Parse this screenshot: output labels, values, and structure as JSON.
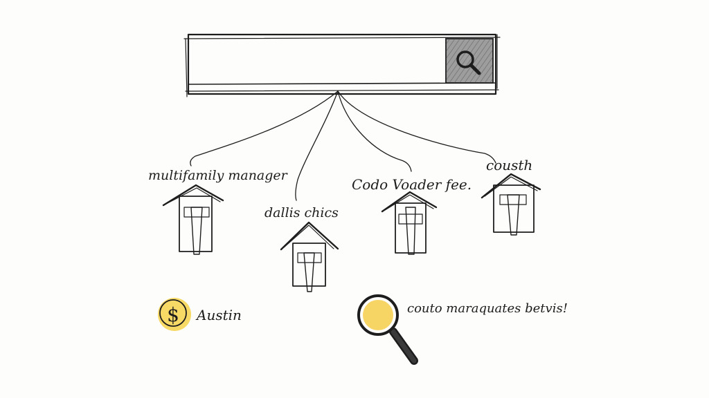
{
  "search": {
    "value": "",
    "icon": "magnifier-icon"
  },
  "labels": {
    "house1": "multifamily manager",
    "house2": "dallis chics",
    "house3": "Codo Voader fee.",
    "house4": "cousth",
    "coin": "Austin",
    "magnifier": "couto maraquates betvis!"
  },
  "colors": {
    "ink": "#1d1d1d",
    "search_button": "#9d9d9d",
    "accent_yellow": "#f3c83a",
    "coin_yellow": "#f6d24b"
  }
}
